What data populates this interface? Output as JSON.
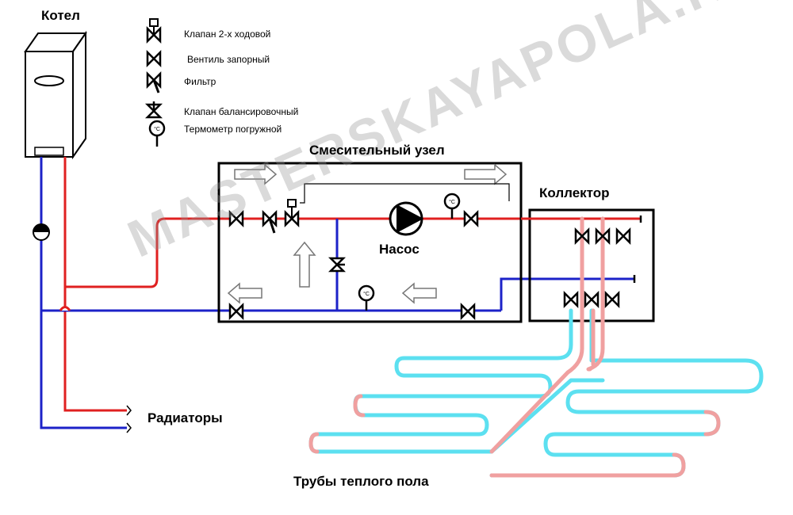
{
  "labels": {
    "boiler": "Котел",
    "mixing_unit": "Смесительный узел",
    "collector": "Коллектор",
    "pump": "Насос",
    "radiators": "Радиаторы",
    "floor_pipes": "Трубы теплого пола"
  },
  "legend": {
    "valve_2way": "Клапан 2-х ходовой",
    "shutoff_valve": "Вентиль запорный",
    "filter": "Фильтр",
    "balancing_valve": "Клапан балансировочный",
    "thermometer": "Термометр погружной"
  },
  "watermark": "MASTERSKAYAPOLA.RU",
  "colors": {
    "supply": "#e02020",
    "return": "#1c22c8",
    "floor_supply": "#f0a0a0",
    "floor_return": "#5ce0f0",
    "outline": "#000000"
  },
  "symbols": {
    "thermometer": "°C"
  }
}
